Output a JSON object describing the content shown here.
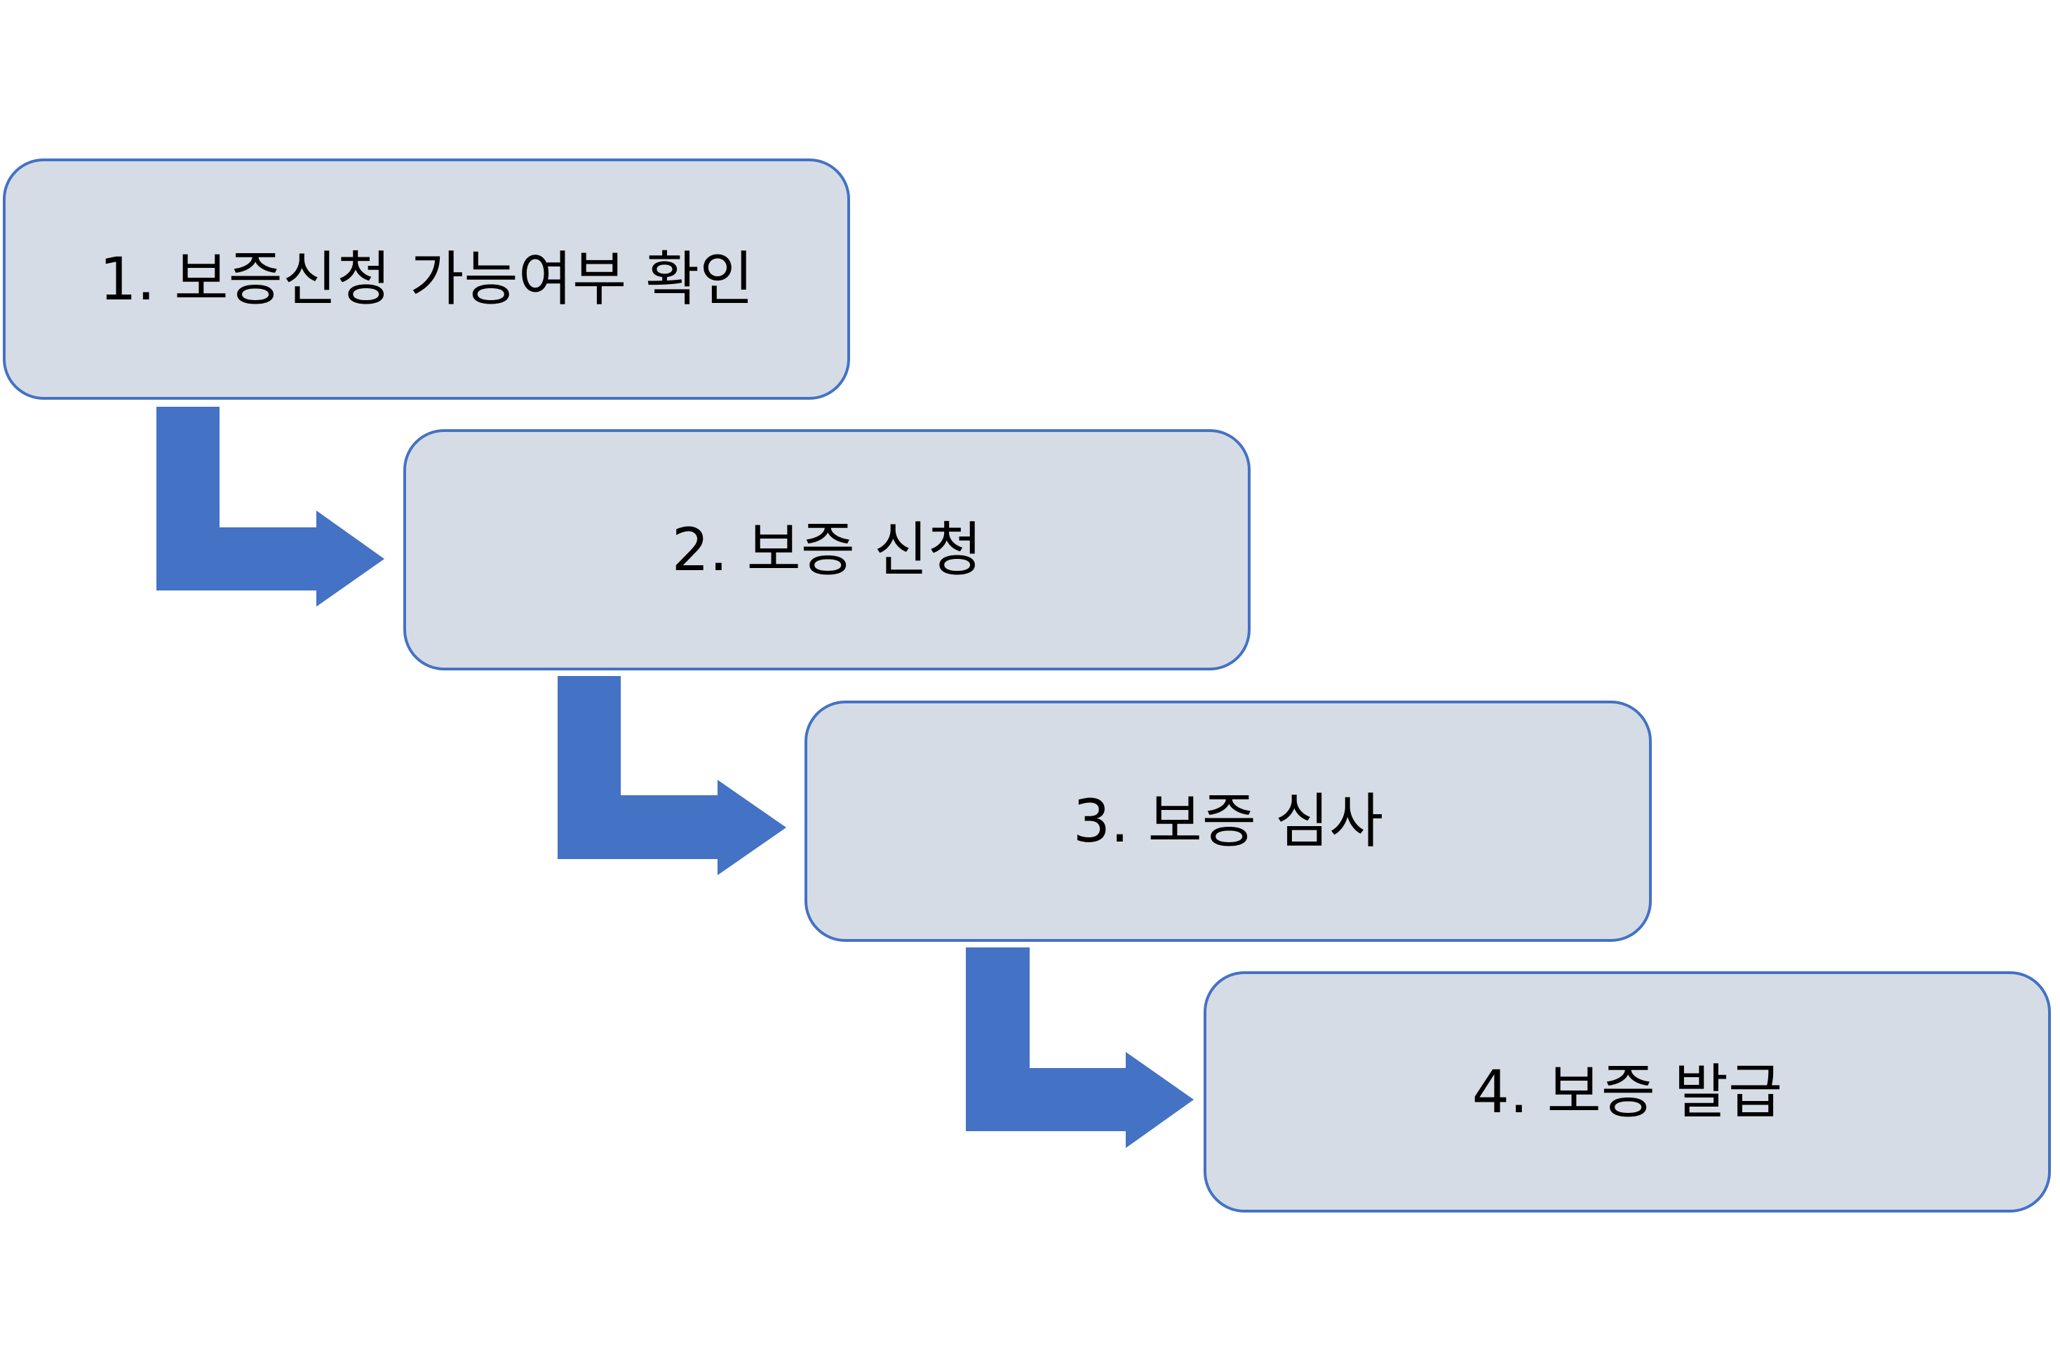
{
  "colors": {
    "box_fill": "#d6dce5",
    "box_border": "#4472c4",
    "arrow_fill": "#4472c4",
    "text": "#000000"
  },
  "steps": [
    {
      "label": "1. 보증신청 가능여부 확인"
    },
    {
      "label": "2. 보증 신청"
    },
    {
      "label": "3. 보증 심사"
    },
    {
      "label": "4. 보증 발급"
    }
  ],
  "connectors": [
    {
      "from": 1,
      "to": 2,
      "icon": "bent-arrow-right-icon"
    },
    {
      "from": 2,
      "to": 3,
      "icon": "bent-arrow-right-icon"
    },
    {
      "from": 3,
      "to": 4,
      "icon": "bent-arrow-right-icon"
    }
  ]
}
